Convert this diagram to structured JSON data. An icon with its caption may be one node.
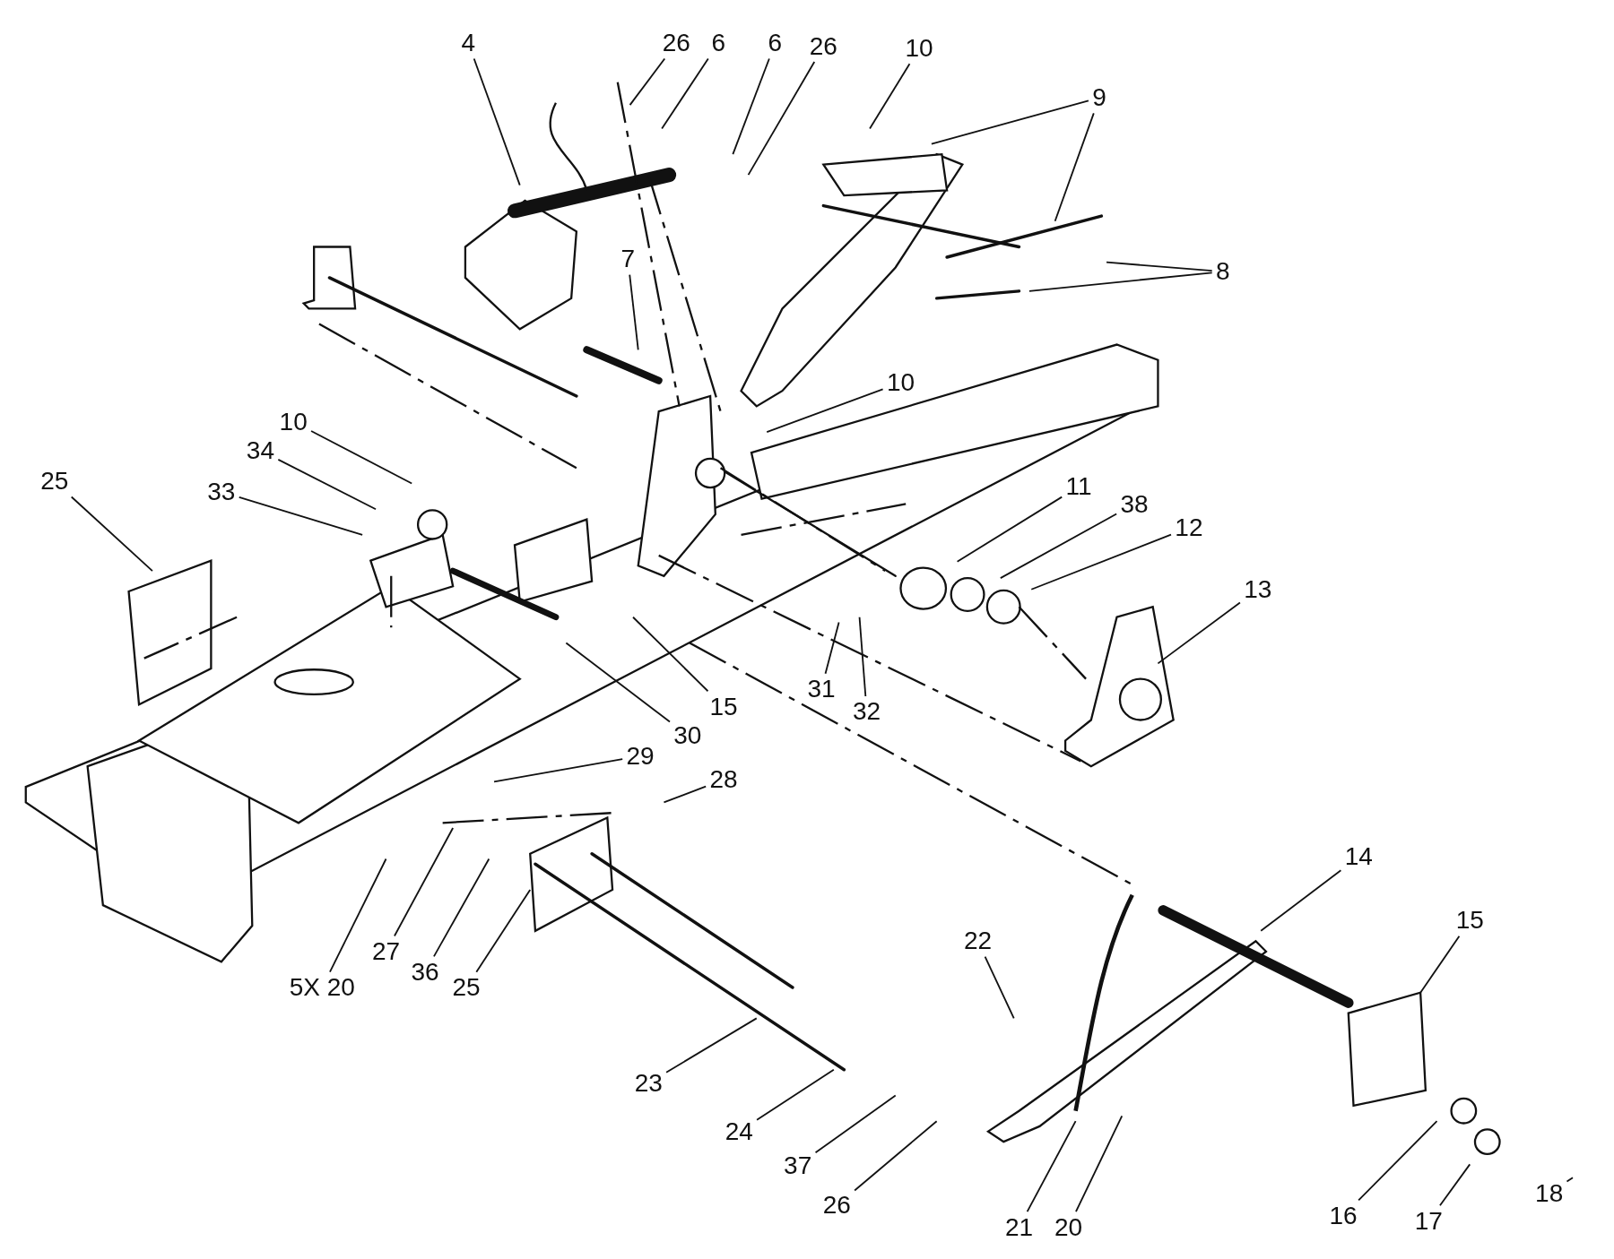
{
  "diagram": {
    "nodes": [
      {
        "text": [
          "4"
        ]
      },
      {
        "text": [
          "26"
        ]
      },
      {
        "text": [
          "6"
        ]
      },
      {
        "text": [
          "6"
        ]
      },
      {
        "text": [
          "26"
        ]
      },
      {
        "text": [
          "10"
        ]
      },
      {
        "text": [
          "9"
        ]
      },
      {
        "text": [
          "8"
        ]
      },
      {
        "text": [
          "7"
        ]
      },
      {
        "text": [
          "10"
        ]
      },
      {
        "text": [
          "10"
        ]
      },
      {
        "text": [
          "34"
        ]
      },
      {
        "text": [
          "33"
        ]
      },
      {
        "text": [
          "25"
        ]
      },
      {
        "text": [
          "11"
        ]
      },
      {
        "text": [
          "38"
        ]
      },
      {
        "text": [
          "12"
        ]
      },
      {
        "text": [
          "13"
        ]
      },
      {
        "text": [
          "15"
        ]
      },
      {
        "text": [
          "30"
        ]
      },
      {
        "text": [
          "31"
        ]
      },
      {
        "text": [
          "32"
        ]
      },
      {
        "text": [
          "29"
        ]
      },
      {
        "text": [
          "28"
        ]
      },
      {
        "text": [
          "5X 20"
        ]
      },
      {
        "text": [
          "27"
        ]
      },
      {
        "text": [
          "36"
        ]
      },
      {
        "text": [
          "25"
        ]
      },
      {
        "text": [
          "14"
        ]
      },
      {
        "text": [
          "15"
        ]
      },
      {
        "text": [
          "22"
        ]
      },
      {
        "text": [
          "23"
        ]
      },
      {
        "text": [
          "24"
        ]
      },
      {
        "text": [
          "37"
        ]
      },
      {
        "text": [
          "26"
        ]
      },
      {
        "text": [
          "21"
        ]
      },
      {
        "text": [
          "20"
        ]
      },
      {
        "text": [
          "16"
        ]
      },
      {
        "text": [
          "17"
        ]
      },
      {
        "text": [
          "18"
        ]
      }
    ],
    "edges": [
      {
        "from": 0,
        "to": null,
        "arrow": "none"
      },
      {
        "from": 1,
        "to": null,
        "arrow": "none"
      },
      {
        "from": 2,
        "to": null,
        "arrow": "none"
      },
      {
        "from": 3,
        "to": null,
        "arrow": "none"
      },
      {
        "from": 4,
        "to": null,
        "arrow": "none"
      },
      {
        "from": 5,
        "to": null,
        "arrow": "none"
      },
      {
        "from": 6,
        "to": null,
        "arrow": "none"
      },
      {
        "from": 6,
        "to": null,
        "arrow": "none"
      },
      {
        "from": 7,
        "to": null,
        "arrow": "none"
      },
      {
        "from": 7,
        "to": null,
        "arrow": "none"
      },
      {
        "from": 8,
        "to": null,
        "arrow": "none"
      },
      {
        "from": 9,
        "to": null,
        "arrow": "none"
      },
      {
        "from": 10,
        "to": null,
        "arrow": "none"
      },
      {
        "from": 11,
        "to": null,
        "arrow": "none"
      },
      {
        "from": 12,
        "to": null,
        "arrow": "none"
      },
      {
        "from": 13,
        "to": null,
        "arrow": "none"
      },
      {
        "from": 14,
        "to": null,
        "arrow": "none"
      },
      {
        "from": 15,
        "to": null,
        "arrow": "none"
      },
      {
        "from": 16,
        "to": null,
        "arrow": "none"
      },
      {
        "from": 17,
        "to": null,
        "arrow": "none"
      },
      {
        "from": 18,
        "to": null,
        "arrow": "none"
      },
      {
        "from": 19,
        "to": null,
        "arrow": "none"
      },
      {
        "from": 20,
        "to": null,
        "arrow": "none"
      },
      {
        "from": 21,
        "to": null,
        "arrow": "none"
      },
      {
        "from": 22,
        "to": null,
        "arrow": "none"
      },
      {
        "from": 23,
        "to": null,
        "arrow": "none"
      },
      {
        "from": 24,
        "to": null,
        "arrow": "none"
      },
      {
        "from": 25,
        "to": null,
        "arrow": "none"
      },
      {
        "from": 26,
        "to": null,
        "arrow": "none"
      },
      {
        "from": 27,
        "to": null,
        "arrow": "none"
      },
      {
        "from": 28,
        "to": null,
        "arrow": "none"
      },
      {
        "from": 29,
        "to": null,
        "arrow": "none"
      },
      {
        "from": 30,
        "to": null,
        "arrow": "none"
      },
      {
        "from": 31,
        "to": null,
        "arrow": "none"
      },
      {
        "from": 32,
        "to": null,
        "arrow": "none"
      },
      {
        "from": 33,
        "to": null,
        "arrow": "none"
      },
      {
        "from": 34,
        "to": null,
        "arrow": "none"
      },
      {
        "from": 35,
        "to": null,
        "arrow": "none"
      },
      {
        "from": 36,
        "to": null,
        "arrow": "none"
      },
      {
        "from": 37,
        "to": null,
        "arrow": "none"
      },
      {
        "from": 38,
        "to": null,
        "arrow": "none"
      },
      {
        "from": 39,
        "to": null,
        "arrow": "none"
      }
    ]
  }
}
